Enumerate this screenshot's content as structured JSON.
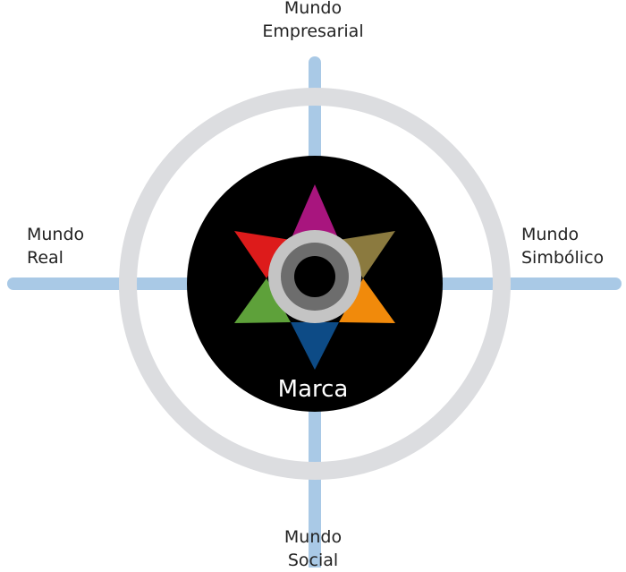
{
  "labels": {
    "top": [
      "Mundo",
      "Empresarial"
    ],
    "bottom": [
      "Mundo",
      "Social"
    ],
    "left": [
      "Mundo",
      "Real"
    ],
    "right": [
      "Mundo",
      "Simbólico"
    ]
  },
  "center": "Marca",
  "colors": {
    "axis": "#a9c9e6",
    "ring": "#dcdde0",
    "core": "#000000",
    "label_text": "#222222",
    "center_text": "#ffffff",
    "star_top": "#a8157e",
    "star_upper_right": "#8b7a3f",
    "star_lower_right": "#f18a0b",
    "star_bottom": "#0d4b86",
    "star_lower_left": "#5ea13a",
    "star_upper_left": "#dd1b1b",
    "hub_outer": "#c4c4c4",
    "hub_mid": "#6d6d6d",
    "hub_inner": "#000000"
  }
}
